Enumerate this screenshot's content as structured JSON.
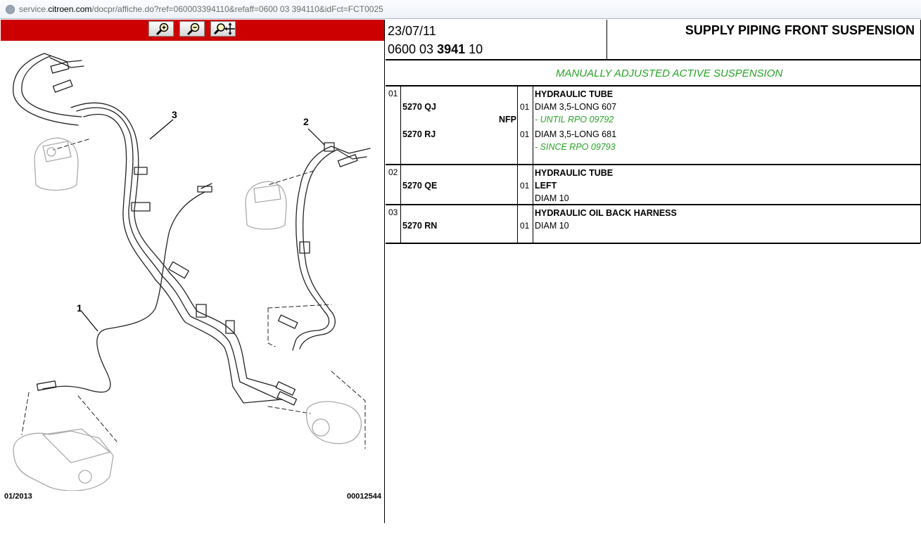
{
  "browser": {
    "url_prefix": "service.",
    "url_domain": "citroen.com",
    "url_rest": "/docpr/affiche.do?ref=060003394110&refaff=0600 03 394110&idFct=FCT0025"
  },
  "toolbar": {
    "zoom_in_icon": "zoom-in-icon",
    "zoom_out_icon": "zoom-out-icon",
    "zoom_pan_icon": "zoom-pan-icon",
    "color": "#cc0000"
  },
  "diagram": {
    "callouts": [
      "1",
      "2",
      "3"
    ],
    "footer_date": "01/2013",
    "footer_number": "00012544"
  },
  "header": {
    "date": "23/07/11",
    "ref_prefix": "0600 03 ",
    "ref_bold": "3941",
    "ref_suffix": " 10",
    "title": "SUPPLY PIPING FRONT SUSPENSION"
  },
  "subtitle": "MANUALLY ADJUSTED ACTIVE SUSPENSION",
  "colors": {
    "green": "#26a426"
  },
  "groups": [
    {
      "num": "01",
      "title": "HYDRAULIC TUBE",
      "rows": [
        {
          "ref": "5270 QJ",
          "nfp": "",
          "qty": "01",
          "desc": "DIAM 3,5-LONG 607"
        },
        {
          "ref": "",
          "nfp": "NFP",
          "qty": "",
          "desc": "- UNTIL RPO 09792"
        },
        {
          "ref": "5270 RJ",
          "nfp": "",
          "qty": "01",
          "desc": "DIAM 3,5-LONG 681"
        },
        {
          "ref": "",
          "nfp": "",
          "qty": "",
          "desc": "- SINCE RPO 09793"
        }
      ]
    },
    {
      "num": "02",
      "title": "HYDRAULIC TUBE",
      "rows": [
        {
          "ref": "5270 QE",
          "nfp": "",
          "qty": "01",
          "desc": "LEFT"
        },
        {
          "ref": "",
          "nfp": "",
          "qty": "",
          "desc": "DIAM 10"
        }
      ]
    },
    {
      "num": "03",
      "title": "HYDRAULIC OIL BACK HARNESS",
      "rows": [
        {
          "ref": "5270 RN",
          "nfp": "",
          "qty": "01",
          "desc": "DIAM 10"
        }
      ]
    }
  ]
}
